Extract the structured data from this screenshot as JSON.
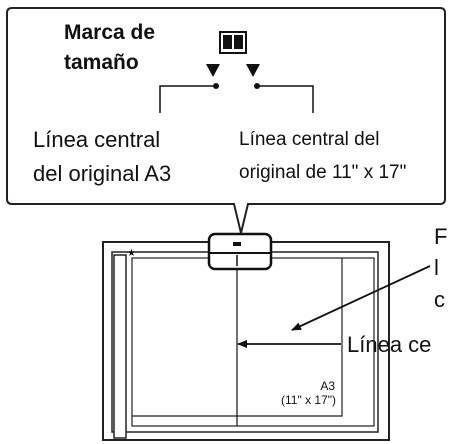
{
  "callout": {
    "size_mark_title_line1": "Marca de",
    "size_mark_title_line2": "tamaño",
    "icon": "book-icon",
    "left_label_line1": "Línea central",
    "left_label_line2": "del original A3",
    "right_label_line1": "Línea central del",
    "right_label_line2": "original de 11\" x 17\""
  },
  "glass": {
    "paper_size_label": "A3",
    "paper_size_alt": "(11\" x 17\")",
    "right_label_partial_1": "F",
    "right_label_partial_2": "l",
    "right_label_partial_3": "c",
    "center_line_label_partial": "Línea ce"
  }
}
